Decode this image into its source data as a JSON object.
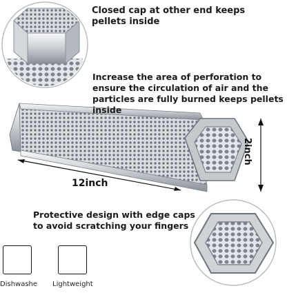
{
  "captions": {
    "cap_end": "Closed cap at other end keeps pellets inside",
    "perforation": "Increase the area of perforation to ensure the circulation of air and the particles are fully burned keeps pellets inside",
    "protective": "Protective design with edge caps to avoid scratching your fingers"
  },
  "dimensions": {
    "length": "12inch",
    "width": "2inch"
  },
  "features": {
    "dishwasher": "Dishwashe",
    "lightweight": "Lightweight"
  },
  "icons": {
    "dishwasher": "dishwasher-icon",
    "lightweight": "feather-icon"
  },
  "colors": {
    "text": "#1a1a1a",
    "steel_light": "#eef0f2",
    "steel_dark": "#8a9099"
  }
}
